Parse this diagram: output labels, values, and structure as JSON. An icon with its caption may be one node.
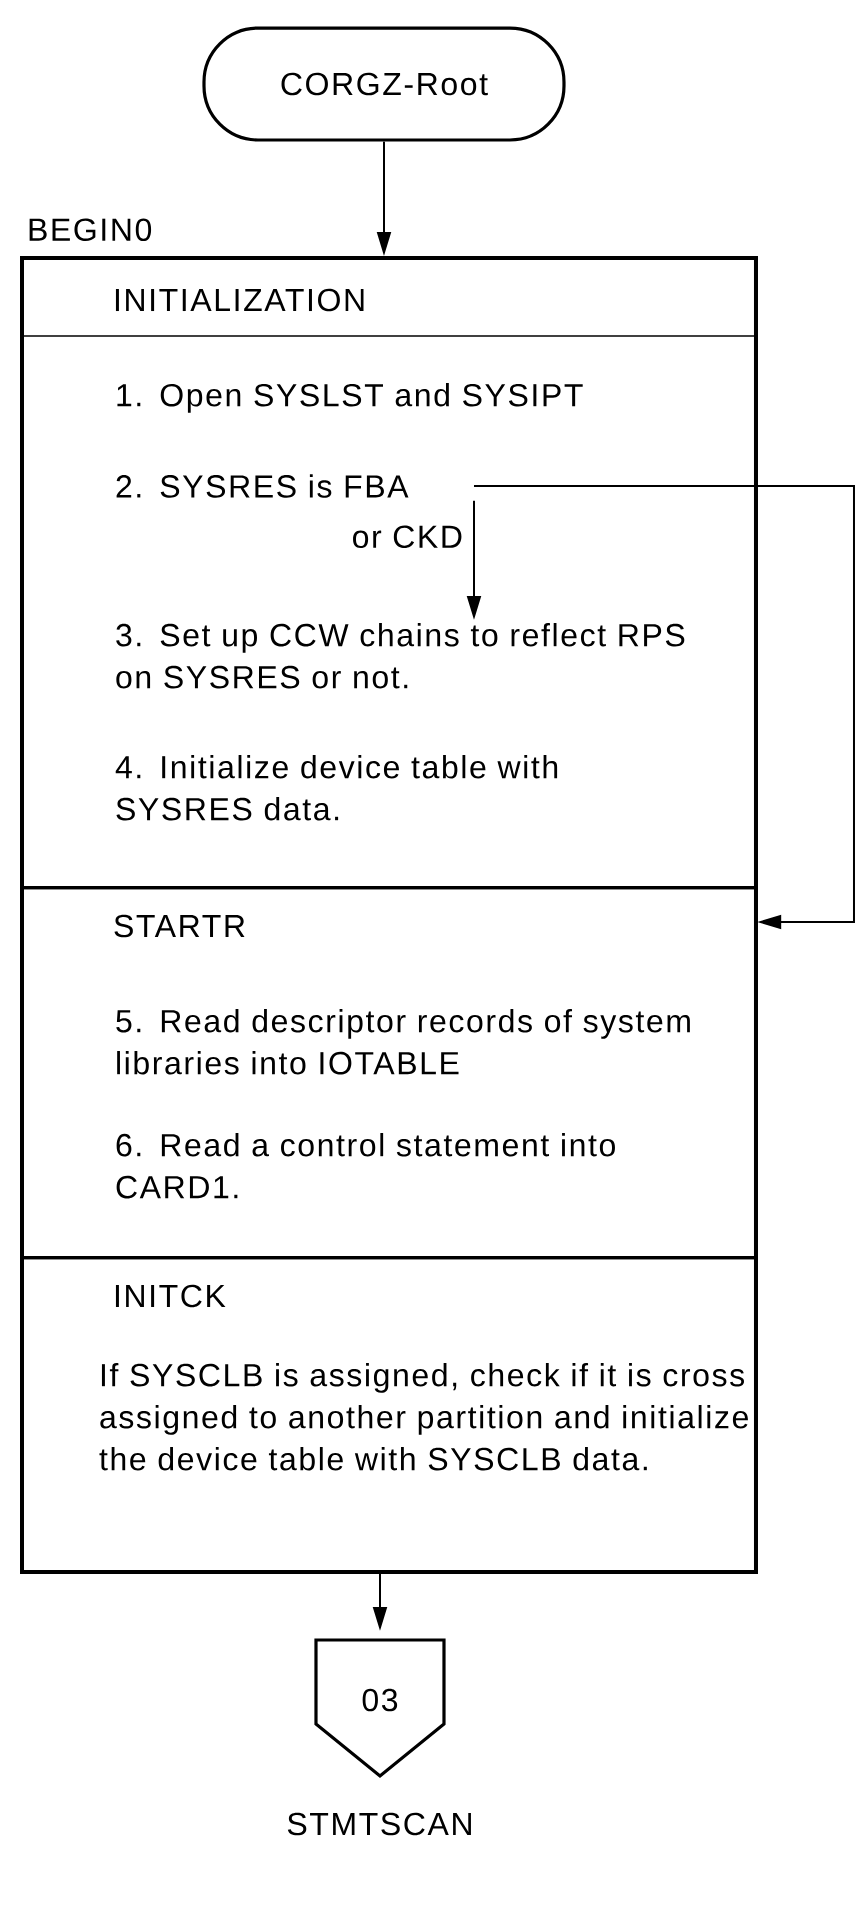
{
  "diagram": {
    "nodes": [
      {
        "text": [
          "CORGZ-Root"
        ]
      },
      {
        "text": [
          "BEGIN0"
        ]
      },
      {
        "text": [
          "INITIALIZATION"
        ],
        "in": 1
      },
      {
        "text": [
          "1. Open SYSLST and SYSIPT"
        ],
        "in": 2
      },
      {
        "text": [
          "2. SYSRES is FBA"
        ],
        "in": 2
      },
      {
        "text": [
          "3. Set up CCW chains to reflect RPS on SYSRES or not."
        ],
        "in": 2
      },
      {
        "text": [
          "4. Initialize device table with SYSRES data."
        ],
        "in": 2
      },
      {
        "text": [
          "STARTR",
          "5. Read descriptor records of system libraries into IOTABLE",
          "6. Read a control statement into CARD1."
        ],
        "in": 1
      },
      {
        "text": [
          "INITCK",
          "If SYSCLB is assigned, check if it is cross assigned to another partition and initialize the device table with SYSCLB data."
        ],
        "in": 1
      },
      {
        "text": [
          "03"
        ],
        "beside": [
          "STMTSCAN"
        ]
      }
    ],
    "edges": [
      {
        "from": 0,
        "to": 1,
        "arrow": "to"
      },
      {
        "from": 4,
        "to": 5,
        "arrow": "to",
        "label": "or CKD"
      },
      {
        "from": 4,
        "to": 7,
        "arrow": "to"
      },
      {
        "from": 8,
        "to": 9,
        "arrow": "to"
      }
    ]
  }
}
